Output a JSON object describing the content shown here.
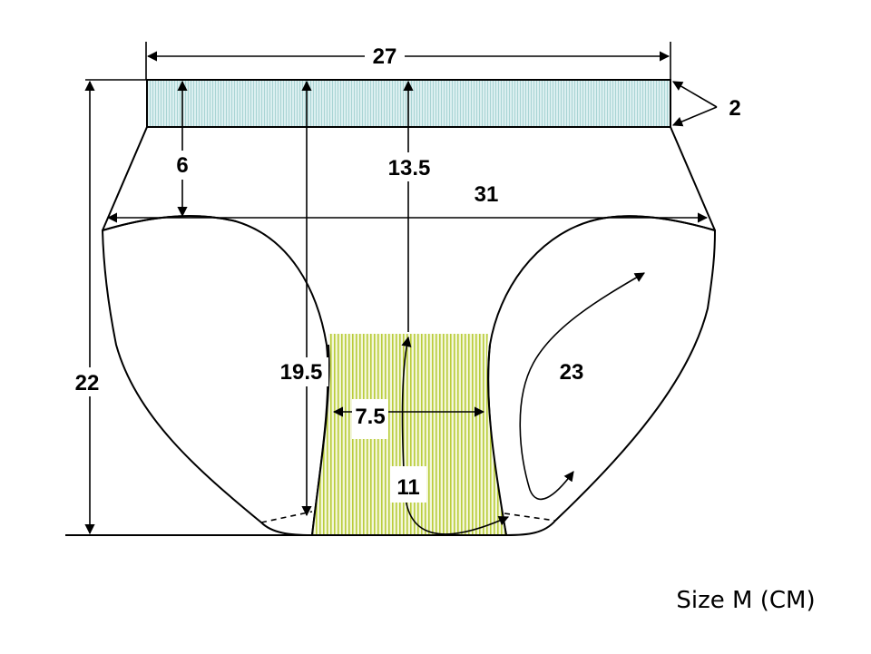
{
  "labels": {
    "waist_width": "27",
    "waistband_height": "2",
    "side_height": "6",
    "front_height": "13.5",
    "hip_width": "31",
    "total_height": "22",
    "center_length": "19.5",
    "gusset_width": "7.5",
    "gusset_length": "11",
    "leg_opening": "23",
    "size_note": "Size M (CM)"
  },
  "colors": {
    "waistband_fill": "#dbeff0",
    "waistband_stripe": "#a9d4d4",
    "gusset_fill": "#eef3c8",
    "gusset_stripe": "#b9cd3a",
    "line": "#000000"
  }
}
